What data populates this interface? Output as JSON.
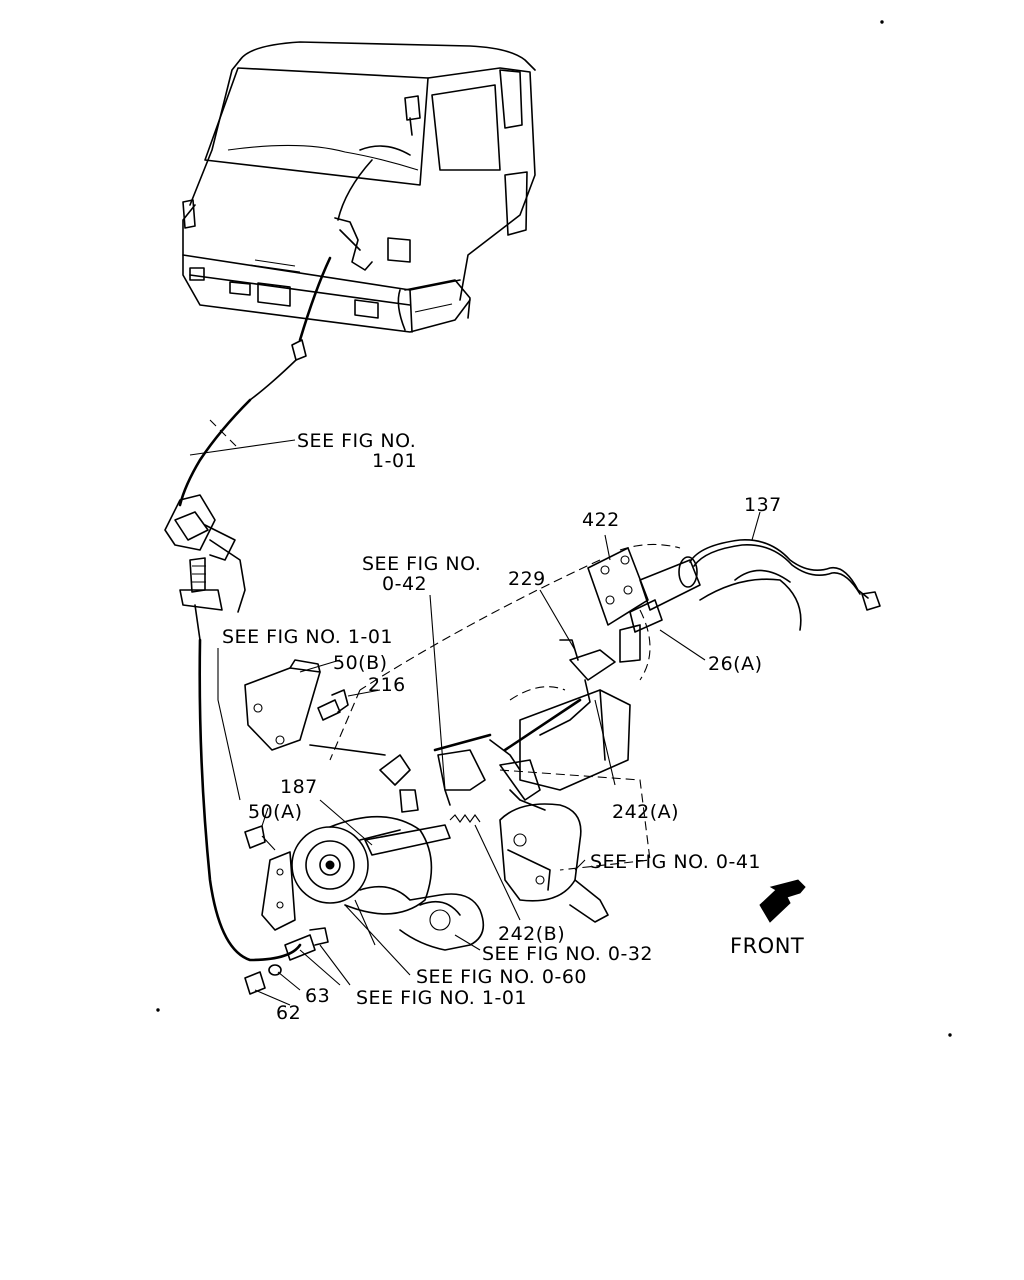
{
  "labels": {
    "see_fig_1_01_top_a": "SEE FIG NO.",
    "see_fig_1_01_top_b": "1-01",
    "part_422": "422",
    "part_137": "137",
    "see_fig_0_42_a": "SEE FIG NO.",
    "see_fig_0_42_b": "0-42",
    "part_229": "229",
    "see_fig_1_01_mid": "SEE FIG NO. 1-01",
    "part_50b": "50(B)",
    "part_216": "216",
    "part_26a": "26(A)",
    "part_187": "187",
    "part_50a": "50(A)",
    "part_242a": "242(A)",
    "see_fig_0_41": "SEE FIG NO. 0-41",
    "part_242b": "242(B)",
    "see_fig_0_32": "SEE FIG NO. 0-32",
    "see_fig_0_60": "SEE FIG NO. 0-60",
    "see_fig_1_01_bottom": "SEE FIG NO. 1-01",
    "part_63": "63",
    "part_62": "62",
    "front": "FRONT"
  }
}
